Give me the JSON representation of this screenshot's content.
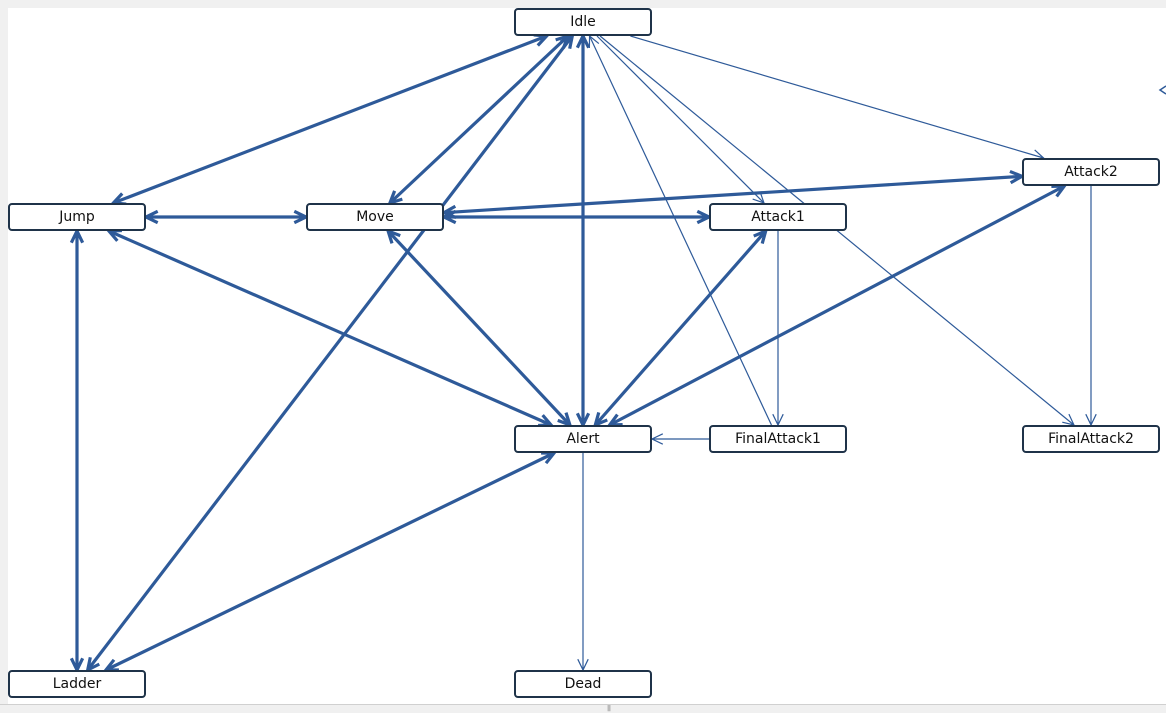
{
  "colors": {
    "edge": "#2e5a99",
    "node_border": "#1f3349",
    "node_fill": "#ffffff"
  },
  "states": {
    "idle": "Idle",
    "jump": "Jump",
    "move": "Move",
    "attack1": "Attack1",
    "attack2": "Attack2",
    "alert": "Alert",
    "finalattack1": "FinalAttack1",
    "finalattack2": "FinalAttack2",
    "ladder": "Ladder",
    "dead": "Dead"
  },
  "transitions": [
    {
      "from": "idle",
      "to": "jump",
      "style": "thick",
      "arrows": "both"
    },
    {
      "from": "idle",
      "to": "move",
      "style": "thick",
      "arrows": "both"
    },
    {
      "from": "idle",
      "to": "alert",
      "style": "thick",
      "arrows": "both"
    },
    {
      "from": "idle",
      "to": "ladder",
      "style": "thick",
      "arrows": "both"
    },
    {
      "from": "idle",
      "to": "attack1",
      "style": "thin",
      "arrows": "end"
    },
    {
      "from": "idle",
      "to": "attack2",
      "style": "thin",
      "arrows": "end"
    },
    {
      "from": "idle",
      "to": "finalattack2",
      "style": "thin",
      "arrows": "end"
    },
    {
      "from": "finalattack1",
      "to": "idle",
      "style": "thin",
      "arrows": "end"
    },
    {
      "from": "jump",
      "to": "move",
      "style": "thick",
      "arrows": "both"
    },
    {
      "from": "jump",
      "to": "alert",
      "style": "thick",
      "arrows": "both"
    },
    {
      "from": "jump",
      "to": "ladder",
      "style": "thick",
      "arrows": "both"
    },
    {
      "from": "move",
      "to": "alert",
      "style": "thick",
      "arrows": "both"
    },
    {
      "from": "move",
      "to": "attack1",
      "style": "thick",
      "arrows": "both"
    },
    {
      "from": "move",
      "to": "attack2",
      "style": "thick",
      "arrows": "both"
    },
    {
      "from": "ladder",
      "to": "alert",
      "style": "thick",
      "arrows": "both"
    },
    {
      "from": "alert",
      "to": "attack1",
      "style": "thick",
      "arrows": "both"
    },
    {
      "from": "alert",
      "to": "attack2",
      "style": "thick",
      "arrows": "both"
    },
    {
      "from": "attack1",
      "to": "finalattack1",
      "style": "thin",
      "arrows": "end"
    },
    {
      "from": "attack2",
      "to": "finalattack2",
      "style": "thin",
      "arrows": "end"
    },
    {
      "from": "finalattack1",
      "to": "alert",
      "style": "thin",
      "arrows": "end"
    },
    {
      "from": "alert",
      "to": "dead",
      "style": "thin",
      "arrows": "end"
    }
  ]
}
